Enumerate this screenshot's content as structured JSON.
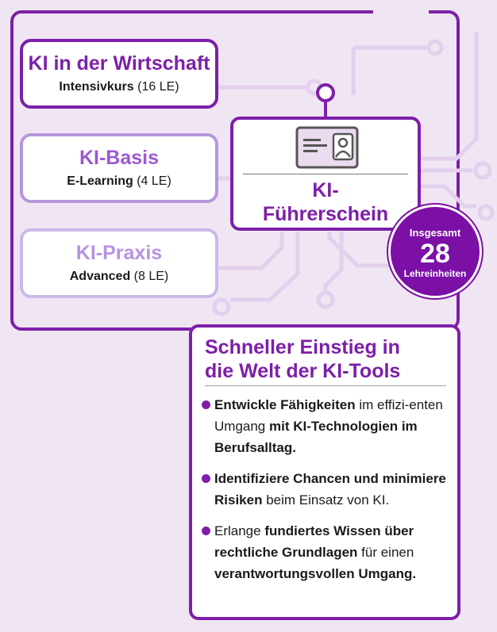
{
  "courses": [
    {
      "title": "KI in der Wirtschaft",
      "type": "Intensivkurs",
      "units": "(16 LE)"
    },
    {
      "title": "KI-Basis",
      "type": "E-Learning",
      "units": "(4 LE)"
    },
    {
      "title": "KI-Praxis",
      "type": "Advanced",
      "units": "(8 LE)"
    }
  ],
  "license": {
    "title_line1": "KI-",
    "title_line2": "Führerschein",
    "icon": "id-card-icon"
  },
  "badge": {
    "top": "Insgesamt",
    "number": "28",
    "bottom": "Lehreinheiten"
  },
  "info": {
    "heading_line1": "Schneller Einstieg in",
    "heading_line2": "die Welt der KI-Tools",
    "bullets": [
      [
        {
          "b": true,
          "t": "Entwickle Fähigkeiten"
        },
        {
          "b": false,
          "t": " im effizi-enten Umgang "
        },
        {
          "b": true,
          "t": "mit KI-Technologien im Berufsalltag."
        }
      ],
      [
        {
          "b": true,
          "t": "Identifiziere Chancen und minimiere Risiken"
        },
        {
          "b": false,
          "t": " beim Einsatz von KI."
        }
      ],
      [
        {
          "b": false,
          "t": "Erlange "
        },
        {
          "b": true,
          "t": "fundiertes Wissen über rechtliche Grundlagen"
        },
        {
          "b": false,
          "t": " für einen "
        },
        {
          "b": true,
          "t": "verantwortungsvollen Umgang."
        }
      ]
    ]
  },
  "colors": {
    "accent": "#7d1fa8",
    "background": "#f0e6f3",
    "badge": "#7b0fa6"
  }
}
